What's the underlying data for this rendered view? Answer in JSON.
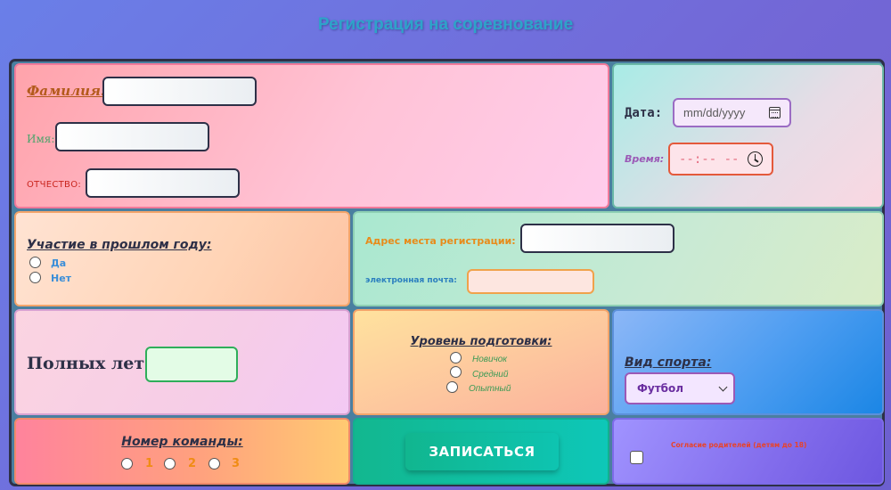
{
  "title": "Регистрация на соревнование",
  "fio": {
    "surname_label": "Фамилия:",
    "surname_value": "",
    "name_label": "Имя:",
    "name_value": "",
    "patronymic_label": "ОТЧЕСТВО:",
    "patronymic_value": ""
  },
  "datetime": {
    "date_label": "Дата:",
    "date_placeholder": "mm/dd/yyyy",
    "time_label": "Время:",
    "time_placeholder": "--:-- --"
  },
  "participation": {
    "label": "Участие в прошлом году:",
    "options": [
      "Да",
      "Нет"
    ]
  },
  "address": {
    "label": "Адрес места регистрации:",
    "value": "",
    "email_label": "электронная почта:",
    "email_value": ""
  },
  "age": {
    "label": "Полных лет",
    "value": ""
  },
  "level": {
    "label": "Уровень подготовки:",
    "options": [
      "Новичок",
      "Средний",
      "Опытный"
    ]
  },
  "sport": {
    "label": "Вид спорта:",
    "selected": "Футбол"
  },
  "team": {
    "label": "Номер команды:",
    "options": [
      "1",
      "2",
      "3"
    ]
  },
  "submit": {
    "label": "ЗАПИСАТЬСЯ"
  },
  "consent": {
    "label": "Согласие родителей (детям до 18)"
  },
  "icons": {
    "calendar": "calendar-icon",
    "clock": "clock-icon",
    "dropdown": "chevron-down-icon"
  }
}
